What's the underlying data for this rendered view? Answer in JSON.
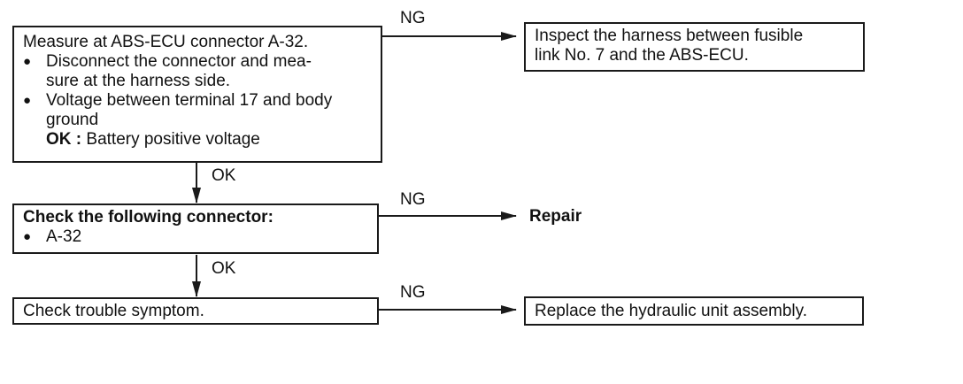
{
  "boxes": {
    "measure": {
      "title": "Measure at ABS-ECU connector A-32.",
      "bullet_1_line_1": "Disconnect the connector and mea-",
      "bullet_1_line_2": "sure at the harness side.",
      "bullet_2_line_1": "Voltage between terminal 17 and body",
      "bullet_2_line_2": "ground",
      "ok_label": "OK :",
      "ok_value": "Battery positive voltage"
    },
    "inspect": {
      "line_1": "Inspect the harness between fusible",
      "line_2": "link No. 7 and the ABS-ECU."
    },
    "check_connector": {
      "title": "Check the following connector:",
      "bullet_1": "A-32"
    },
    "repair": {
      "text": "Repair"
    },
    "check_trouble": {
      "text": "Check trouble symptom."
    },
    "replace": {
      "text": "Replace the hydraulic unit assembly."
    }
  },
  "labels": {
    "ng_1": "NG",
    "ng_2": "NG",
    "ng_3": "NG",
    "ok_1": "OK",
    "ok_2": "OK"
  },
  "bullet_symbol": "●"
}
